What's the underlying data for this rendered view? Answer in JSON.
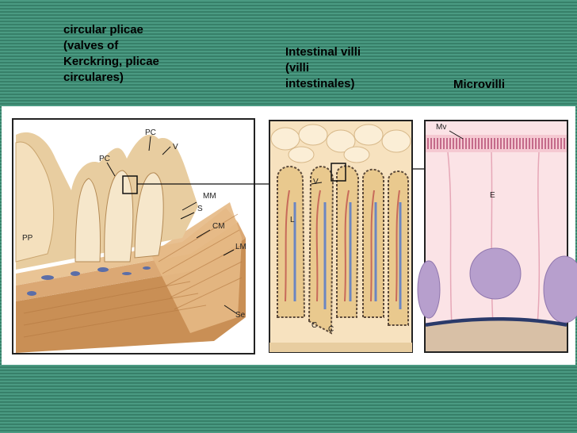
{
  "headings": {
    "plicae": "circular plicae\n(valves of\nKerckring, plicae\ncirculares)",
    "villi": "Intestinal villi\n    (villi\n    intestinales)",
    "microvilli": "Microvilli"
  },
  "panel1": {
    "labels": {
      "pc_top": "PC",
      "pc_left": "PC",
      "v": "V",
      "mm": "MM",
      "s": "S",
      "cm": "CM",
      "lm": "LM",
      "pp": "PP",
      "se": "Se"
    }
  },
  "panel2": {
    "labels": {
      "v": "V",
      "l": "L",
      "c1": "C",
      "c2": "C"
    }
  },
  "panel3": {
    "labels": {
      "mv": "Mv",
      "e": "E"
    }
  },
  "colors": {
    "background": "#3f8a74",
    "tissue": "#e8cda0",
    "muscle": "#d9a66e",
    "villus_core": "#f0d7a8",
    "epithelium": "#fbe3e6",
    "nucleus": "#b79fcd",
    "basement": "#2a3a6a"
  }
}
